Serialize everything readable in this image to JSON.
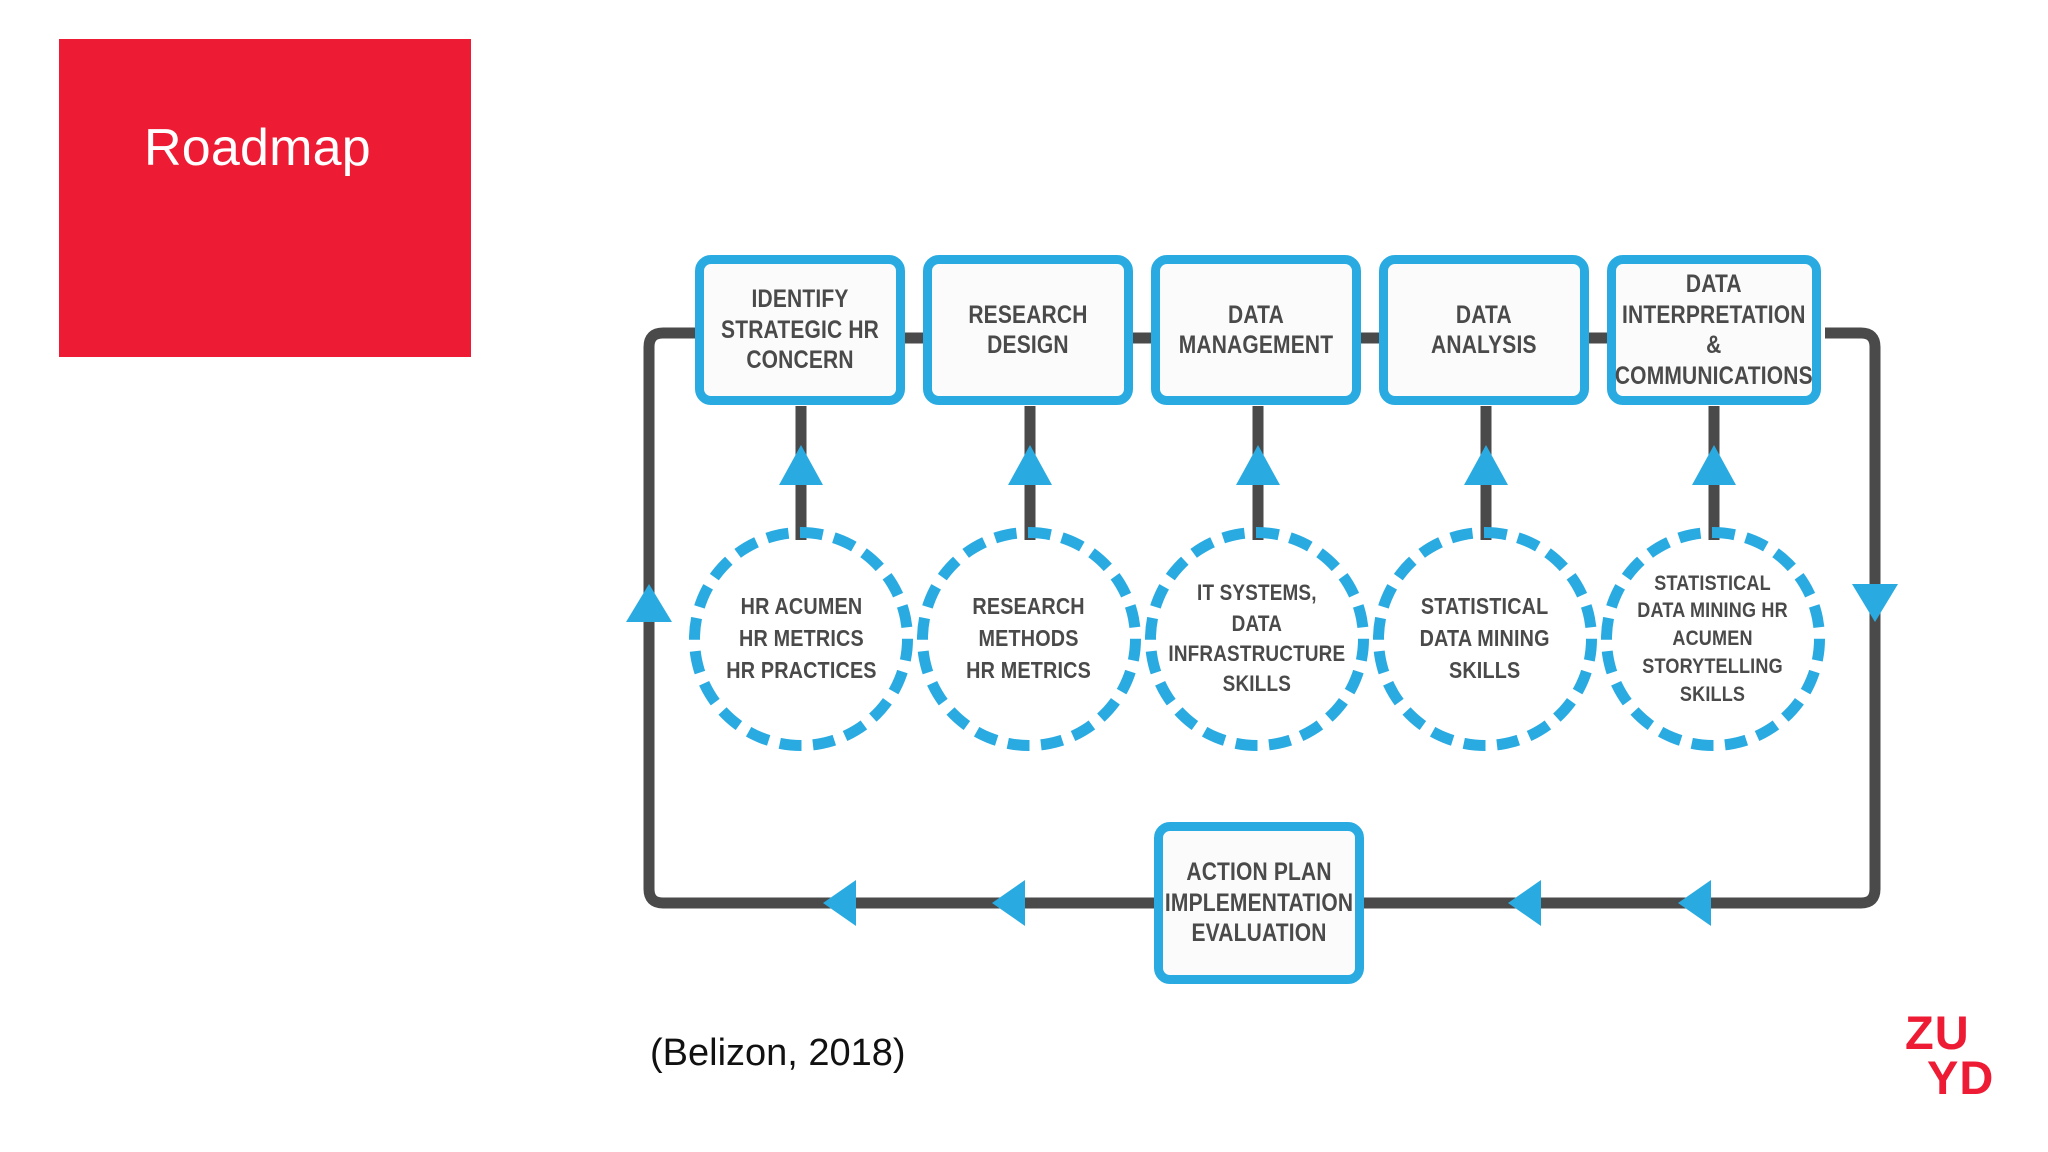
{
  "slide": {
    "title": "Roadmap",
    "citation": "(Belizon, 2018)",
    "logo": {
      "line1": "ZU",
      "line2": "YD"
    },
    "colors": {
      "brand_red": "#ED1B33",
      "accent_blue": "#29ABE2",
      "connector_gray": "#4a4a4a",
      "text_gray": "#4a4a4a",
      "background": "#FFFFFF"
    }
  },
  "diagram": {
    "type": "cycle-flow",
    "stages": [
      {
        "id": "stage-1",
        "label": "IDENTIFY\nSTRATEGIC HR\nCONCERN"
      },
      {
        "id": "stage-2",
        "label": "RESEARCH\nDESIGN"
      },
      {
        "id": "stage-3",
        "label": "DATA\nMANAGEMENT"
      },
      {
        "id": "stage-4",
        "label": "DATA\nANALYSIS"
      },
      {
        "id": "stage-5",
        "label": "DATA\nINTERPRETATION &\nCOMMUNICATIONS"
      }
    ],
    "skills": [
      {
        "id": "skill-1",
        "label": "HR ACUMEN\nHR METRICS\nHR PRACTICES"
      },
      {
        "id": "skill-2",
        "label": "RESEARCH\nMETHODS\nHR METRICS"
      },
      {
        "id": "skill-3",
        "label": "IT SYSTEMS,\nDATA\nINFRASTRUCTURE\nSKILLS"
      },
      {
        "id": "skill-4",
        "label": "STATISTICAL\nDATA MINING\nSKILLS"
      },
      {
        "id": "skill-5",
        "label": "STATISTICAL\nDATA MINING HR\nACUMEN\nSTORYTELLING\nSKILLS"
      }
    ],
    "feedback_box": {
      "id": "action-plan",
      "label": "ACTION PLAN\nIMPLEMENTATION\nEVALUATION"
    }
  }
}
